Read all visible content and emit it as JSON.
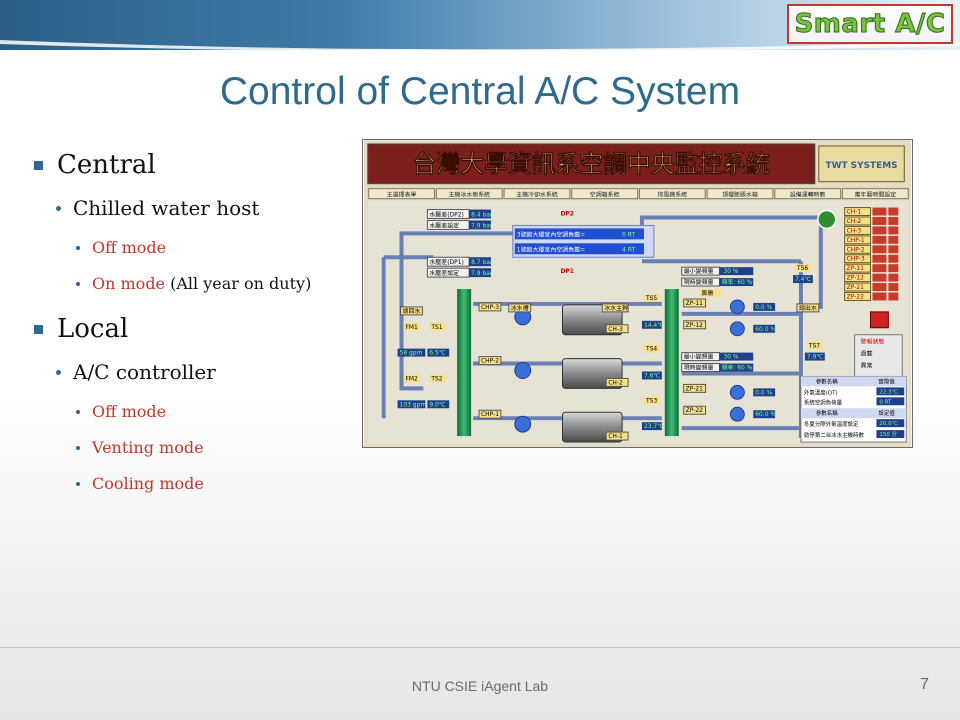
{
  "logo": "Smart A/C",
  "title": "Control of Central A/C System",
  "bullets": {
    "central": {
      "label": "Central",
      "item": "Chilled water host",
      "modes": [
        "Off mode",
        "On mode"
      ],
      "on_mode_note": "(All year on duty)"
    },
    "local": {
      "label": "Local",
      "item": "A/C controller",
      "modes": [
        "Off mode",
        "Venting mode",
        "Cooling mode"
      ]
    }
  },
  "scada": {
    "banner": "台灣大學資訊系空調中央監控系統",
    "brand": "TWT SYSTEMS",
    "tabs": [
      "主選擇表單",
      "主機冰水側系統",
      "主機冷卻水系統",
      "空調箱系統",
      "排風機系統",
      "頂樓膨脹水箱",
      "設備運轉時數",
      "萬年曆時間設定"
    ],
    "readouts": {
      "dp2_label": "水壓差(DP2)",
      "dp2_value": "8.4 bar",
      "dp2_set_label": "水壓差設定",
      "dp2_set_value": "7.9 bar",
      "dp1_label": "水壓差(DP1)",
      "dp1_value": "8.7 bar",
      "dp1_set_label": "水壓差設定",
      "dp1_set_value": "7.9 bar",
      "load_a_label": "3號館大樓室內空調負載=",
      "load_a_value": "0 RT",
      "load_b_label": "1號館大樓室內空調負載=",
      "load_b_value": "4 RT"
    },
    "tags": {
      "dp2": "DP2",
      "dp1": "DP1",
      "fm1": "FM1",
      "fm2": "FM2",
      "ts1": "TS1",
      "ts2": "TS2",
      "ts3": "TS3",
      "ts4": "TS4",
      "ts5": "TS5",
      "ts6": "TS6",
      "ts7": "TS7",
      "return_water": "總回水",
      "supply_water": "總出水",
      "cold_tank": "冰水槽",
      "main_pipe": "冰水主幹",
      "fm1_flow": "58 gpm",
      "ts1_temp": "6.5℃",
      "fm2_flow": "103 gpm",
      "ts2_temp": "9.0℃",
      "ts5_temp": "14.4℃",
      "ts4_temp": "7.6℃",
      "ts3_temp": "23.7℃",
      "ts6_temp": "7.4℃",
      "ts7_temp": "7.9℃"
    },
    "pumps": [
      "CHP-3",
      "CHP-2",
      "CHP-1"
    ],
    "chillers": [
      "CH-3",
      "CH-2",
      "CH-1"
    ],
    "zone_pumps": [
      "ZP-11",
      "ZP-12",
      "ZP-21",
      "ZP-22"
    ],
    "zone_values": [
      "0.0 %",
      "60.0 %",
      "0.0 %",
      "60.0 %"
    ],
    "vfd": {
      "a_label": "最小變頻量",
      "a_value": "30 %",
      "b_label": "現時變頻量",
      "b_value": "頻率: 60 %",
      "c_label": "最小變頻量",
      "c_value": "30 %",
      "d_label": "現時變頻量",
      "d_value": "頻率: 60 %",
      "expansion": "膨脹"
    },
    "status_list": [
      "CH-1",
      "CH-2",
      "CH-3",
      "CHP-1",
      "CHP-2",
      "CHP-3",
      "ZP-11",
      "ZP-12",
      "ZP-21",
      "ZP-22"
    ],
    "alarm": {
      "title": "警報狀態",
      "overload": "過載",
      "abnormal": "異常"
    },
    "param_table": {
      "h1": "參數名稱",
      "h2": "實際值",
      "r1": "外氣溫度(OT)",
      "r1v": "22.3℃",
      "r2": "系統空調負荷量",
      "r2v": "0 RT",
      "h3": "參數名稱",
      "h4": "設定值",
      "r3": "冬夏分際外氣溫度設定",
      "r3v": "20.0℃",
      "r4": "勁停第二台冰水主機時數",
      "r4v": "150 分"
    }
  },
  "footer": "NTU CSIE iAgent Lab",
  "page_number": "7",
  "colors": {
    "title": "#2d6a8e",
    "accent_red": "#c0392b",
    "bullet_blue": "#2d6a8e",
    "logo_green": "#7cc242"
  }
}
